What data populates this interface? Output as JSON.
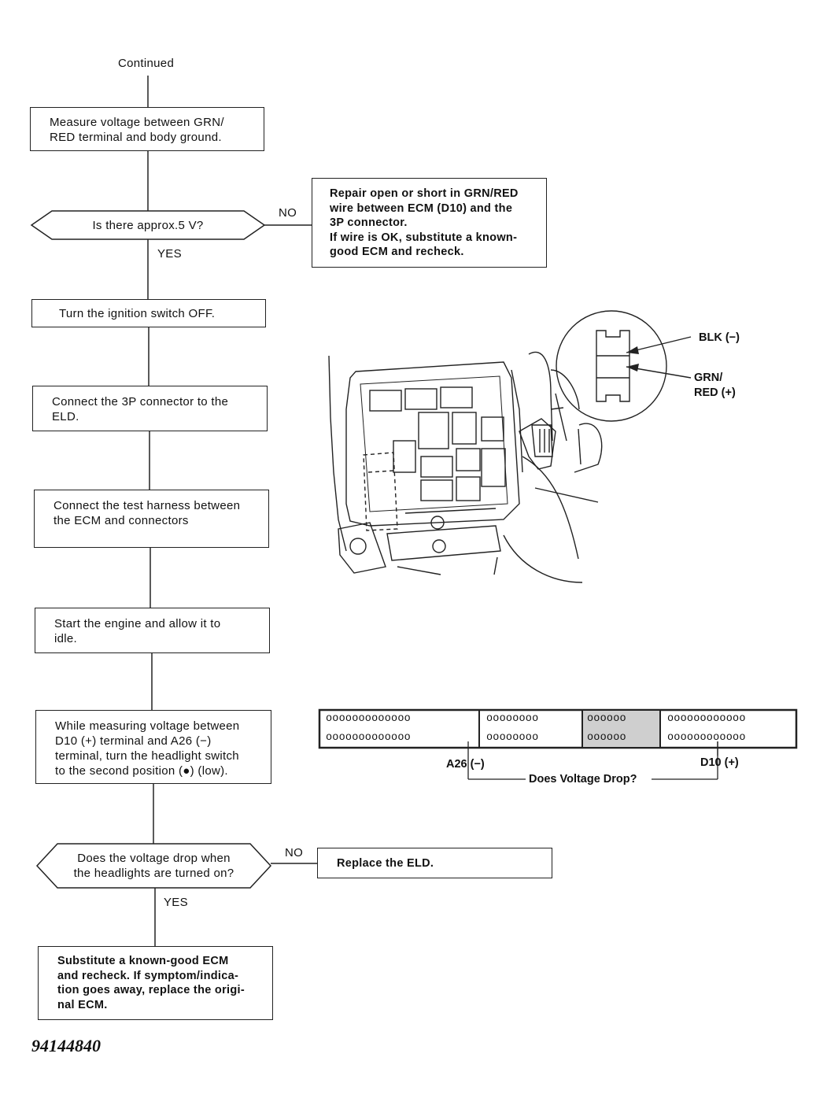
{
  "header": {
    "continued": "Continued"
  },
  "steps": {
    "measure_voltage": [
      "Measure voltage between GRN/",
      "RED terminal and body ground."
    ],
    "ignition_off": [
      "Turn the ignition switch OFF."
    ],
    "connect_3p": [
      "Connect the 3P connector to the",
      "ELD."
    ],
    "connect_harness": [
      "Connect the test harness between",
      "the  ECM  and  connectors"
    ],
    "start_engine": [
      "Start the engine and allow it to",
      "idle."
    ],
    "measure_headlight": [
      "While measuring voltage between",
      "D10 (+) terminal and A26 (−)",
      "terminal, turn the headlight switch",
      "to the second position (●) (low)."
    ],
    "substitute_ecm": [
      "Substitute  a  known-good  ECM",
      "and recheck. If symptom/indica-",
      "tion goes away, replace the origi-",
      "nal ECM."
    ]
  },
  "decisions": {
    "approx_5v": [
      "Is there approx.5 V?"
    ],
    "voltage_drop": [
      "Does the voltage drop when",
      "the headlights are turned on?"
    ]
  },
  "outcomes": {
    "repair_wire": [
      "Repair open or short in GRN/RED",
      "wire between ECM (D10) and the",
      "3P connector.",
      "If wire is OK, substitute a known-",
      "good ECM and recheck."
    ],
    "replace_eld": [
      "Replace the ELD."
    ]
  },
  "branch_labels": {
    "no": "NO",
    "yes": "YES"
  },
  "connector_callouts": {
    "blk": "BLK (−)",
    "grn_red_1": "GRN/",
    "grn_red_2": "RED (+)"
  },
  "ecm_connector": {
    "a_row1": "ooooooooooooo",
    "a_row2": "ooooooooooooo",
    "b_row1": "oooooooo",
    "b_row2": "oooooooo",
    "c_row1": "oooooo",
    "c_row2": "oooooo",
    "d_row1": "oooooooooooo",
    "d_row2": "oooooooooooo",
    "a26_label": "A26 (−)",
    "d10_label": "D10 (+)",
    "drop_label": "Does Voltage Drop?"
  },
  "document_number": "94144840"
}
